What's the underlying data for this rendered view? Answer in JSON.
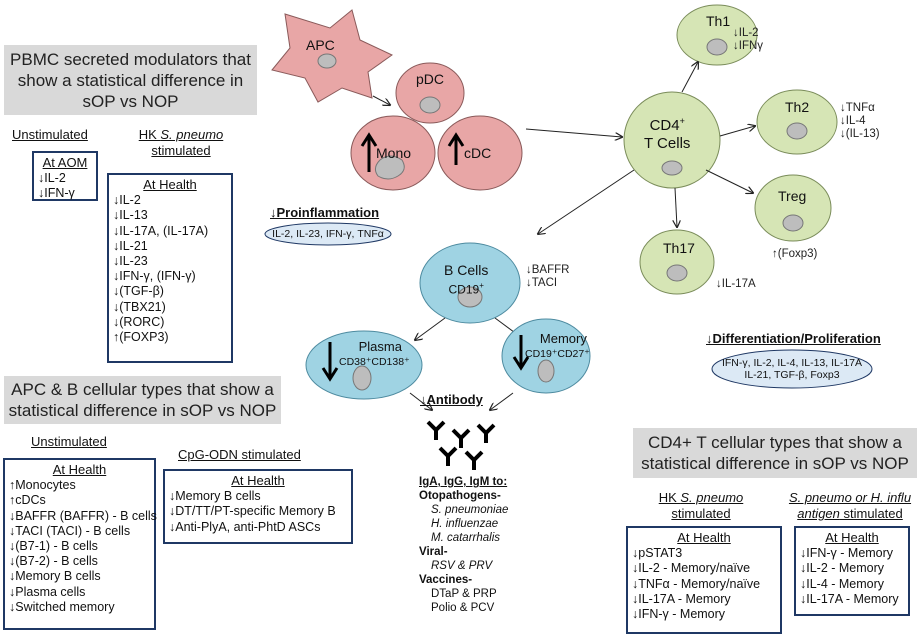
{
  "pbmc": {
    "title": "PBMC secreted modulators that show a statistical difference in sOP vs NOP",
    "unstim_header": "Unstimulated",
    "hk_header_pre": "HK ",
    "hk_header_italic": "S. pneumo",
    "hk_header_post": "stimulated",
    "aom_box": {
      "title": "At AOM",
      "items": [
        "↓IL-2",
        "↓IFN-γ"
      ]
    },
    "health_box": {
      "title": "At Health",
      "items": [
        "↓IL-2",
        "↓IL-13",
        "↓IL-17A, (IL-17A)",
        "↓IL-21",
        "↓IL-23",
        "↓IFN-γ, (IFN-γ)",
        "↓(TGF-β)",
        "↓(TBX21)",
        "↓(RORC)",
        "↑(FOXP3)"
      ]
    }
  },
  "apc_b": {
    "title": "APC & B cellular types that show a statistical difference in sOP vs NOP",
    "unstim_header": "Unstimulated",
    "cpg_header": "CpG-ODN stimulated",
    "unstim_box": {
      "title": "At Health",
      "items": [
        "↑Monocytes",
        "↑cDCs",
        "↓BAFFR (BAFFR) - B cells",
        "↓TACI (TACI) - B cells",
        "↓(B7-1) - B cells",
        "↓(B7-2) - B cells",
        "↓Memory B cells",
        "↓Plasma cells",
        "↓Switched memory"
      ]
    },
    "cpg_box": {
      "title": "At Health",
      "items": [
        "↓Memory B cells",
        "↓DT/TT/PT-specific  Memory B",
        "↓Anti-PlyA, anti-PhtD ASCs"
      ]
    }
  },
  "cd4_section": {
    "title": "CD4+ T cellular types that show a statistical difference in sOP vs NOP",
    "hk_header_pre": "HK ",
    "hk_header_italic": "S. pneumo",
    "hk_header_post": "stimulated",
    "ag_header_italic": "S. pneumo or H. influ antigen",
    "ag_header_post": " stimulated",
    "hk_box": {
      "title": "At Health",
      "items": [
        "↓pSTAT3",
        "↓IL-2 - Memory/naïve",
        "↓TNFα - Memory/naïve",
        "↓IL-17A - Memory",
        "↓IFN-γ - Memory"
      ]
    },
    "ag_box": {
      "title": "At Health",
      "items": [
        "↓IFN-γ - Memory",
        "↓IL-2 - Memory",
        "↓IL-4 - Memory",
        "↓IL-17A - Memory"
      ]
    }
  },
  "cells": {
    "apc": "APC",
    "pdc": "pDC",
    "mono": "Mono",
    "cdc": "cDC",
    "cd4_line1": "CD4",
    "cd4_sup": "+",
    "cd4_line2": "T Cells",
    "th1": "Th1",
    "th2": "Th2",
    "treg": "Treg",
    "th17": "Th17",
    "bcells": "B Cells",
    "bcells_marker": "CD19",
    "bcells_marker_sup": "+",
    "plasma": "Plasma",
    "plasma_marker": "CD38⁺CD138⁺",
    "memory": "Memory",
    "memory_marker": "CD19⁺CD27⁺"
  },
  "annotations": {
    "th1": [
      "↓IL-2",
      "↓IFNγ"
    ],
    "th2": [
      "↓TNFα",
      "↓IL-4",
      "↓(IL-13)"
    ],
    "treg": "↑(Foxp3)",
    "th17": "↓IL-17A",
    "bcells": [
      "↓BAFFR",
      "↓TACI"
    ]
  },
  "proinflammation": {
    "label": "↓Proinflammation",
    "contents": "IL-2, IL-23, IFN-γ, TNFα"
  },
  "differentiation": {
    "label": "↓Differentiation/Proliferation",
    "line1": "IFN-γ, IL-2, IL-4, IL-13, IL-17A",
    "line2": "IL-21, TGF-β, Foxp3"
  },
  "antibody": {
    "label": "↓Antibody",
    "header": "IgA, IgG, IgM to:",
    "otopathogens": "Otopathogens-",
    "oto_items": [
      "S. pneumoniae",
      "H. influenzae",
      "M. catarrhalis"
    ],
    "viral": "Viral-",
    "viral_items": [
      "RSV & PRV"
    ],
    "vaccines": "Vaccines-",
    "vaccine_items": [
      "DTaP & PRP",
      "Polio & PCV"
    ]
  },
  "colors": {
    "dc_fill": "#e8a6a6",
    "tcell_fill": "#d6e5b5",
    "bcell_fill": "#9fd3e3",
    "box_border": "#1f3864",
    "gray": "#d9d9d9"
  }
}
